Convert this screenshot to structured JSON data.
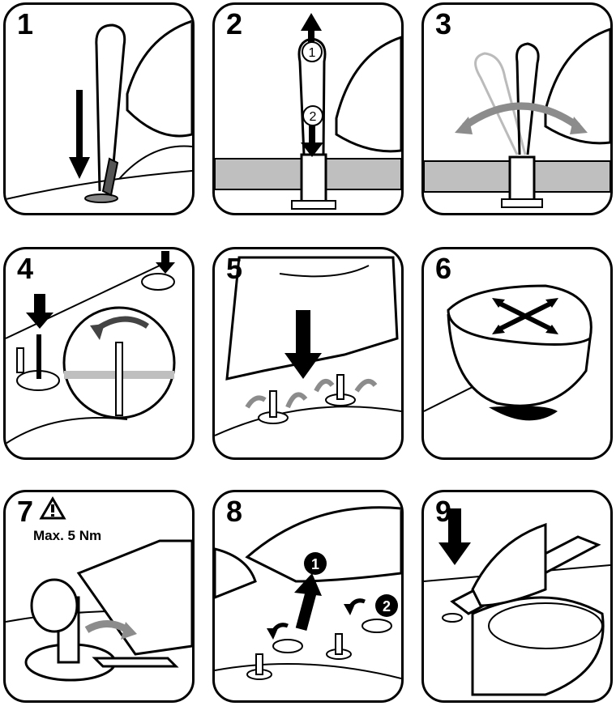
{
  "steps": [
    {
      "number": "1"
    },
    {
      "number": "2",
      "callouts": [
        "1",
        "2"
      ]
    },
    {
      "number": "3"
    },
    {
      "number": "4"
    },
    {
      "number": "5"
    },
    {
      "number": "6"
    },
    {
      "number": "7",
      "note": "Max. 5 Nm"
    },
    {
      "number": "8",
      "callouts": [
        "1",
        "2"
      ]
    },
    {
      "number": "9"
    }
  ],
  "colors": {
    "line": "#000000",
    "grey": "#bfbfbf",
    "arrow_grey": "#8c8c8c"
  }
}
